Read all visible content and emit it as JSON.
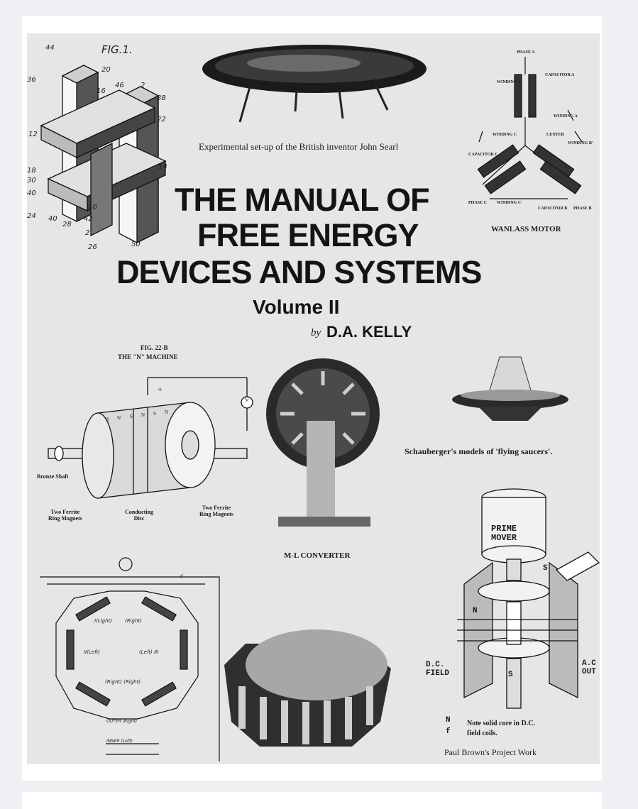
{
  "cover": {
    "title_line1": "THE MANUAL OF",
    "title_line2": "FREE ENERGY",
    "title_line3": "DEVICES AND SYSTEMS",
    "volume": "Volume II",
    "by": "by",
    "author": "D.A. KELLY"
  },
  "captions": {
    "searl": "Experimental set-up of the British inventor John Searl",
    "wanlass": "WANLASS MOTOR",
    "fig22b_num": "FIG. 22-B",
    "fig22b_name": "THE \"N\" MACHINE",
    "bronze_shaft": "Bronze Shaft",
    "two_ferrite_left": "Two Ferrite\nRing Magnets",
    "conducting_disc": "Conducting\nDisc",
    "two_ferrite_right": "Two Ferrite\nRing Magnets",
    "schauberger": "Schauberger's models of 'flying saucers'.",
    "ml_converter": "M-L CONVERTER",
    "prime_mover": "PRIME\nMOVER",
    "dc_field": "D.C.\nFIELD",
    "ac_out": "A.C\nOUT",
    "note_n": "N",
    "note_f": "f",
    "note_text": "Note solid core in D.C.\nfield coils.",
    "paul_brown": "Paul Brown's Project Work",
    "n_label": "N",
    "s_label": "S",
    "s_label2": "S"
  },
  "fig1": {
    "title": "FIG.1.",
    "labels": [
      "44",
      "20",
      "36",
      "16",
      "46",
      "2",
      "38",
      "22",
      "12",
      "14",
      "18",
      "30",
      "40",
      "24",
      "40",
      "10",
      "42",
      "28",
      "2",
      "26",
      "50"
    ]
  },
  "wanlass_labels": {
    "phase_a": "PHASE A",
    "capacitor_a": "CAPACITOR A",
    "winding_a": "WINDING A'",
    "winding_a2": "WINDING A",
    "winding_c": "WINDING C",
    "capacitor_c": "CAPACITOR C",
    "capacitor_b": "CAPACITOR B",
    "winding_b": "WINDING B'",
    "phase_b": "PHASE B",
    "phase_c": "PHASE C",
    "winding_c2": "WINDING C'",
    "center": "CENTER"
  },
  "circuit_labels": {
    "left1": "I(Light)",
    "right1": "(Right)",
    "left2": "II(Left)",
    "right2": "(Left) III",
    "left3": "(Right) (Right)",
    "outer": "OUTER (Right)",
    "inner": "INNER (Left)",
    "c": "c",
    "plus": "+",
    "v": "V"
  },
  "magnet_labels": {
    "s1": "S",
    "n1": "N",
    "s2": "S",
    "n2": "N",
    "s3": "S",
    "n3": "N"
  }
}
